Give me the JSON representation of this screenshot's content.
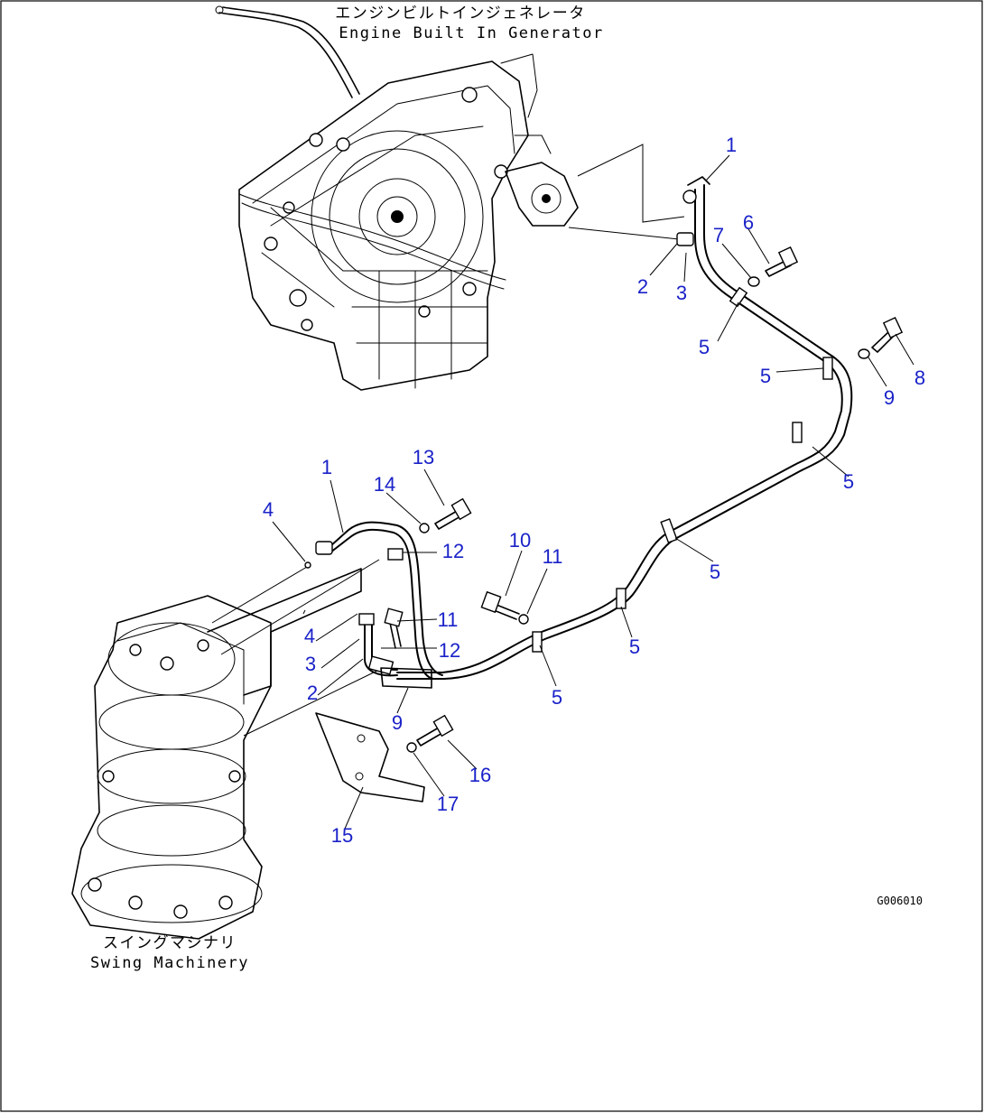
{
  "labels": {
    "engine_jp": "エンジンビルトインジェネレータ",
    "engine_en": "Engine Built In Generator",
    "swing_jp": "スイングマシナリ",
    "swing_en": "Swing Machinery",
    "drawing_code": "G006010"
  },
  "callouts": {
    "c1a": "1",
    "c2a": "2",
    "c3a": "3",
    "c5a": "5",
    "c5b": "5",
    "c5c": "5",
    "c5d": "5",
    "c5e": "5",
    "c5f": "5",
    "c6": "6",
    "c7": "7",
    "c8": "8",
    "c9a": "9",
    "c1b": "1",
    "c2b": "2",
    "c3b": "3",
    "c4a": "4",
    "c4b": "4",
    "c9b": "9",
    "c10": "10",
    "c11a": "11",
    "c11b": "11",
    "c12a": "12",
    "c12b": "12",
    "c13": "13",
    "c14": "14",
    "c15": "15",
    "c16": "16",
    "c17": "17"
  }
}
